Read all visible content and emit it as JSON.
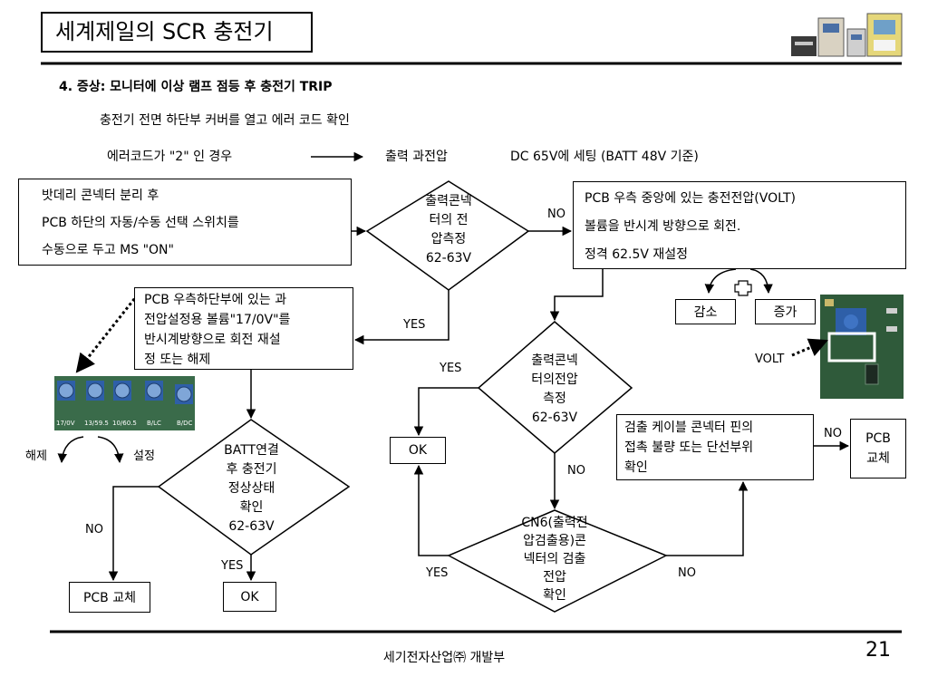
{
  "title": "세계제일의 SCR 충전기",
  "section_heading": "4. 증상: 모니터에 이상 램프 점등 후 충전기 TRIP",
  "instruction": "충전기 전면 하단부 커버를 열고 에러 코드 확인",
  "error_line": {
    "condition": "에러코드가 \"2\" 인 경우",
    "result": "출력 과전압",
    "setting": "DC 65V에 세팅 (BATT 48V 기준)"
  },
  "flow": {
    "box_start": [
      "밧데리 콘넥터 분리 후",
      "PCB 하단의 자동/수동 선택 스위치를",
      "수동으로 두고 MS \"ON\""
    ],
    "diamond_measure": [
      "출력콘넥",
      "터의 전",
      "압측정",
      "62-63V"
    ],
    "box_volt": [
      "PCB 우측 중앙에 있는 충전전압(VOLT)",
      "볼륨을 반시계 방향으로 회전.",
      "정격 62.5V 재설정"
    ],
    "decrease": "감소",
    "increase": "증가",
    "volt_label": "VOLT",
    "box_ovp": [
      "PCB 우측하단부에 있는 과",
      "전압설정용 볼륨\"17/0V\"를",
      "반시계방향으로 회전 재설",
      "정 또는 해제"
    ],
    "release": "해제",
    "set": "설정",
    "diamond_batt": [
      "BATT연결",
      "후 충전기",
      "정상상태",
      "확인",
      "62-63V"
    ],
    "box_pcb_replace_left": "PCB 교체",
    "box_ok_left": "OK",
    "diamond_measure2": [
      "출력콘넥",
      "터의전압",
      "측정",
      "62-63V"
    ],
    "box_ok_mid": "OK",
    "diamond_cn6": [
      "CN6(출력전",
      "압검출용)콘",
      "넥터의 검출",
      "전압",
      "확인"
    ],
    "box_cable": [
      "검출 케이블 콘넥터 핀의",
      "접촉 불량 또는 단선부위",
      "확인"
    ],
    "box_pcb_replace_right": [
      "PCB",
      "교체"
    ],
    "labels": {
      "yes": "YES",
      "no": "NO"
    }
  },
  "knob_labels": [
    "17/0V",
    "13/59.5",
    "10/60.5",
    "B/LC",
    "B/DC"
  ],
  "footer": {
    "company": "세기전자산업㈜ 개발부",
    "page": "21"
  },
  "icons": {
    "rotate": "rotate-cross-icon",
    "header_photo": "charger-product-photo",
    "knob_photo": "pcb-knob-photo",
    "volt_photo": "volt-pot-photo"
  },
  "colors": {
    "text": "#000000",
    "background": "#ffffff",
    "pcb_green": "#3a6b4a",
    "knob_blue": "#2e5fa8"
  }
}
